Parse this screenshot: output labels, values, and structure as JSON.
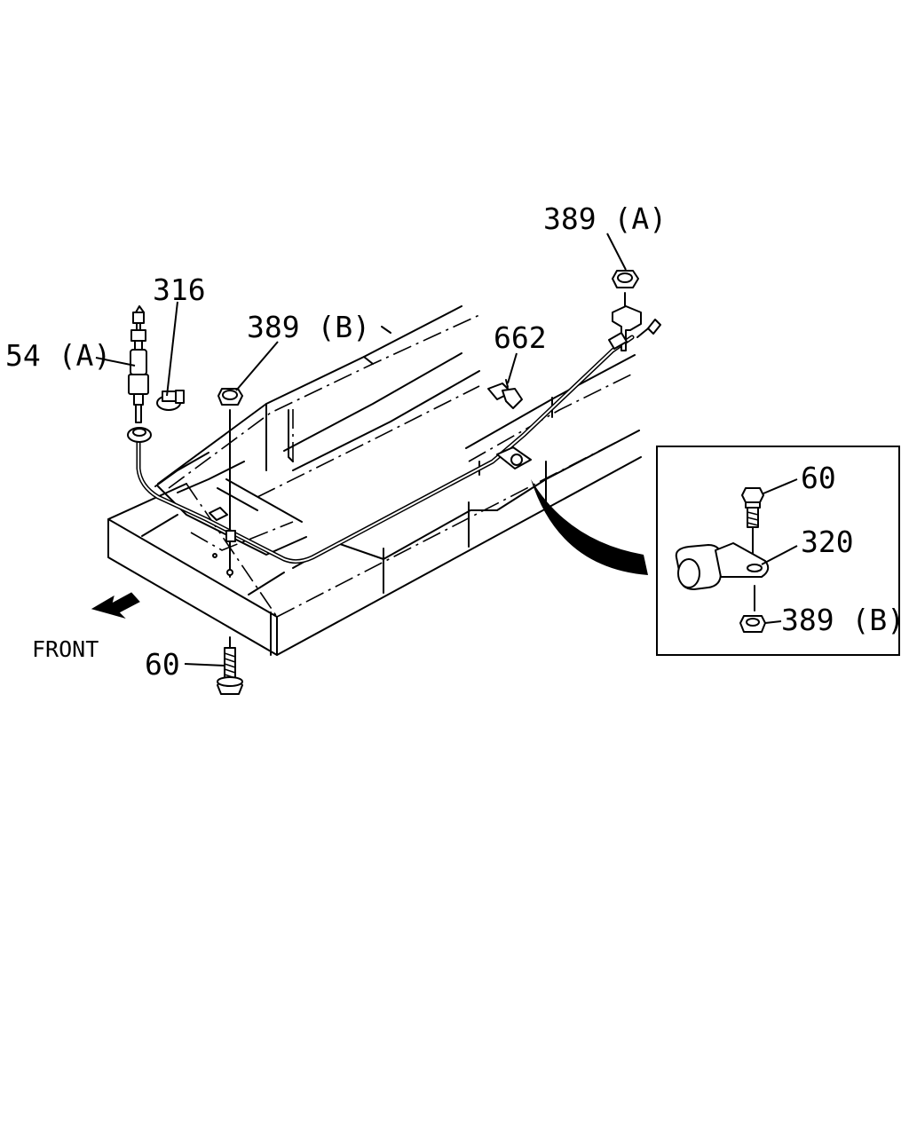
{
  "diagram": {
    "callouts": {
      "part_54a": "54 (A)",
      "part_316": "316",
      "part_389b_top": "389 (B)",
      "part_389a": "389 (A)",
      "part_662": "662",
      "part_60_bottom": "60",
      "detail_60": "60",
      "detail_320": "320",
      "detail_389b": "389 (B)"
    },
    "front_label": "FRONT"
  }
}
